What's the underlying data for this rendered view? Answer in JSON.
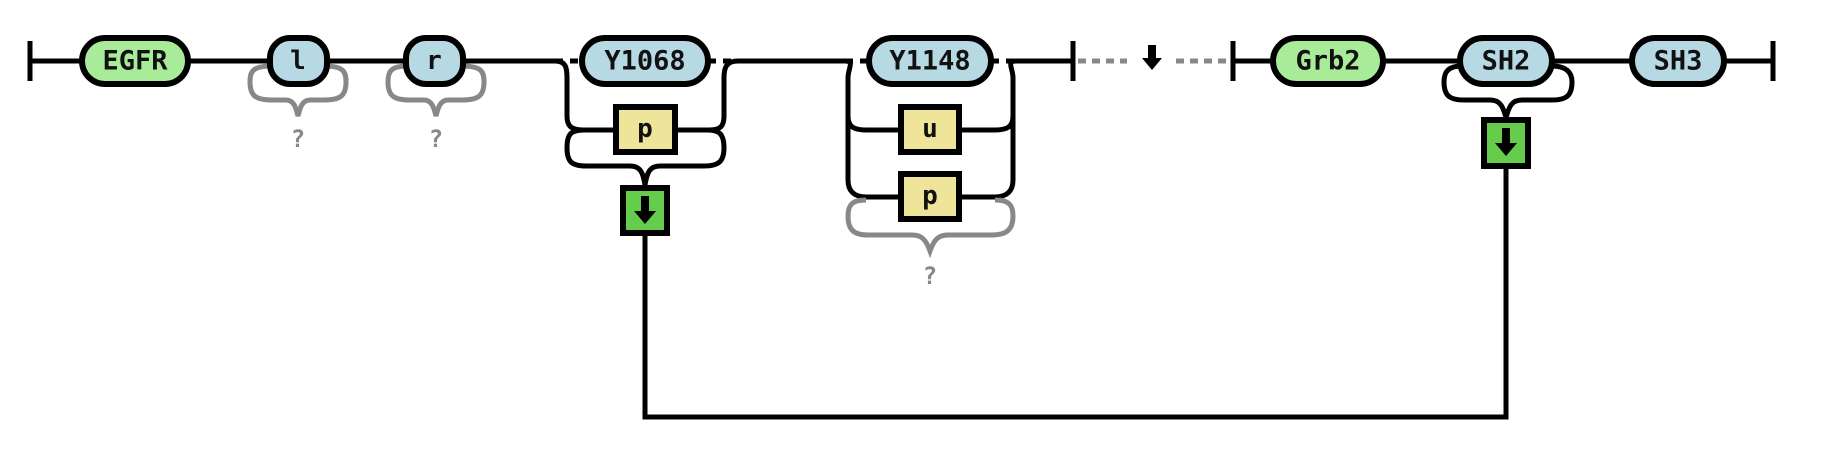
{
  "colors": {
    "protein": "#a8ec9a",
    "site": "#b6d9e4",
    "state": "#eee59a",
    "binding": "#66cc4c",
    "unknown": "#888888",
    "line": "#000000"
  },
  "molecules": [
    {
      "name": "EGFR",
      "sites": [
        {
          "name": "l",
          "states": [],
          "bond": "unknown",
          "unknown_label": "?"
        },
        {
          "name": "r",
          "states": [],
          "bond": "unknown",
          "unknown_label": "?"
        },
        {
          "name": "Y1068",
          "states": [
            "p"
          ],
          "bond": "binding"
        },
        {
          "name": "Y1148",
          "states": [
            "u",
            "p"
          ],
          "bond": "unknown",
          "unknown_label": "?"
        }
      ]
    },
    {
      "name": "Grb2",
      "sites": [
        {
          "name": "SH2",
          "states": [],
          "bond": "binding"
        },
        {
          "name": "SH3",
          "states": [],
          "bond": "none"
        }
      ]
    }
  ],
  "separator": {
    "icon": "down-arrow-icon"
  },
  "bond_icon": "down-arrow-icon",
  "edges": [
    {
      "from": "EGFR.Y1068",
      "to": "Grb2.SH2"
    }
  ]
}
